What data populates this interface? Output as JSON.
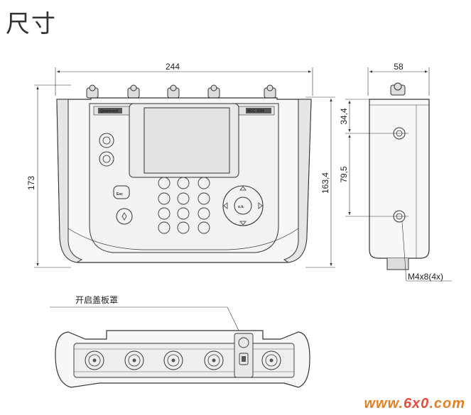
{
  "title": "尺寸",
  "front_view": {
    "width_dim": "244",
    "height_dim": "173",
    "inner_height_dim": "163,4",
    "brand_label": "QuantumX",
    "model_label": "MGC 3000",
    "ok_key": "o.k.",
    "esc_key": "Esc"
  },
  "side_view": {
    "depth_dim": "58",
    "hole_offset_dim": "34,4",
    "hole_spacing_dim": "79,5",
    "thread_callout": "M4x8(4x)"
  },
  "bottom_view": {
    "cover_label": "开启盖板罩"
  },
  "watermark": {
    "part1": "www.",
    "part2": "6x0",
    "part3": ".com"
  },
  "colors": {
    "line": "#333333",
    "panel": "#f2f2f2",
    "screen": "#e4e4e4",
    "watermark_orange": "#e67e22",
    "watermark_red": "#e74c3c"
  }
}
